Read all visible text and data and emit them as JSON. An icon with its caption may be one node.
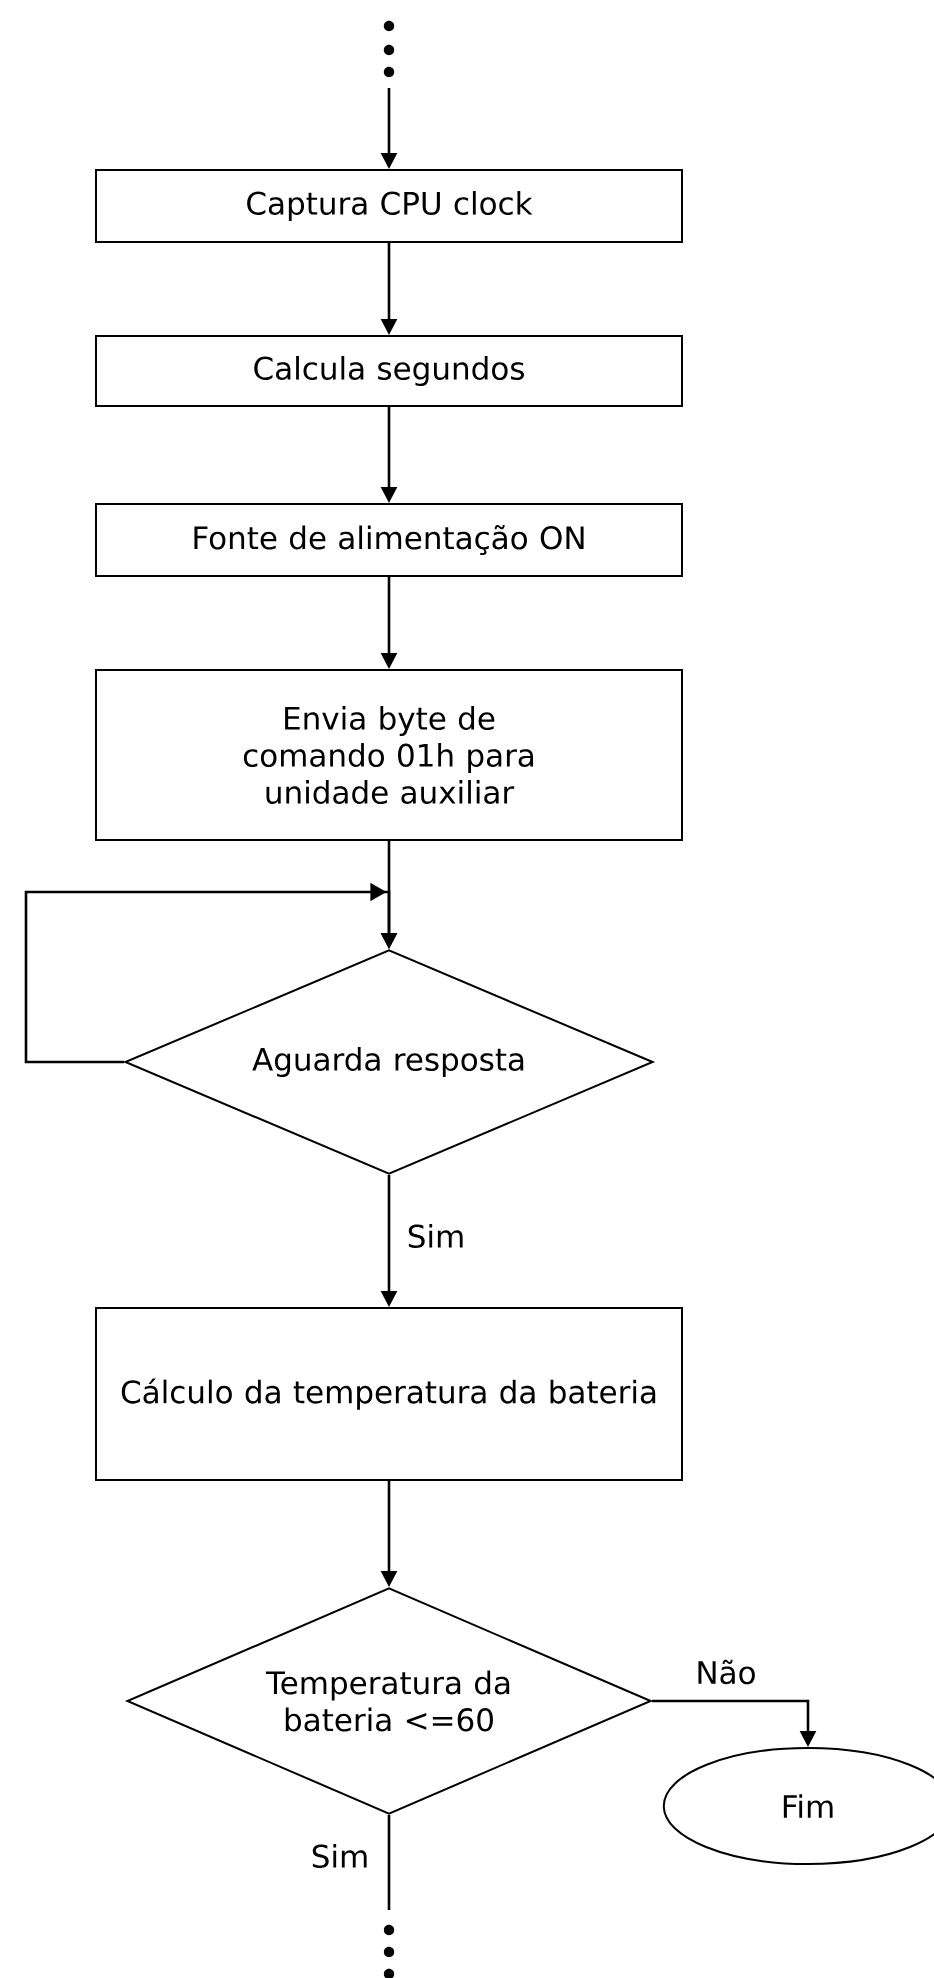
{
  "diagram": {
    "nodes": [
      {
        "text": [
          "Captura CPU clock"
        ]
      },
      {
        "text": [
          "Calcula segundos"
        ]
      },
      {
        "text": [
          "Fonte de alimentação ON"
        ]
      },
      {
        "text": [
          "Envia byte de comando 01h para unidade auxiliar"
        ]
      },
      {
        "text": [
          "Aguarda resposta"
        ]
      },
      {
        "text": [
          "Cálculo da temperatura da bateria"
        ]
      },
      {
        "text": [
          "Temperatura da bateria <=60"
        ]
      },
      {
        "text": [
          "Fim"
        ]
      }
    ],
    "edges": [
      {
        "from": null,
        "to": 0,
        "arrow": "to"
      },
      {
        "from": 0,
        "to": 1,
        "arrow": "to"
      },
      {
        "from": 1,
        "to": 2,
        "arrow": "to"
      },
      {
        "from": 2,
        "to": 3,
        "arrow": "to"
      },
      {
        "from": 3,
        "to": 4,
        "arrow": "to"
      },
      {
        "from": 4,
        "to": 4,
        "arrow": "to"
      },
      {
        "from": 4,
        "to": 5,
        "arrow": "to",
        "label": "Sim"
      },
      {
        "from": 5,
        "to": 6,
        "arrow": "to"
      },
      {
        "from": 6,
        "to": 7,
        "arrow": "to",
        "label": "Não"
      },
      {
        "from": 6,
        "to": null,
        "arrow": "none",
        "label": "Sim"
      }
    ]
  }
}
